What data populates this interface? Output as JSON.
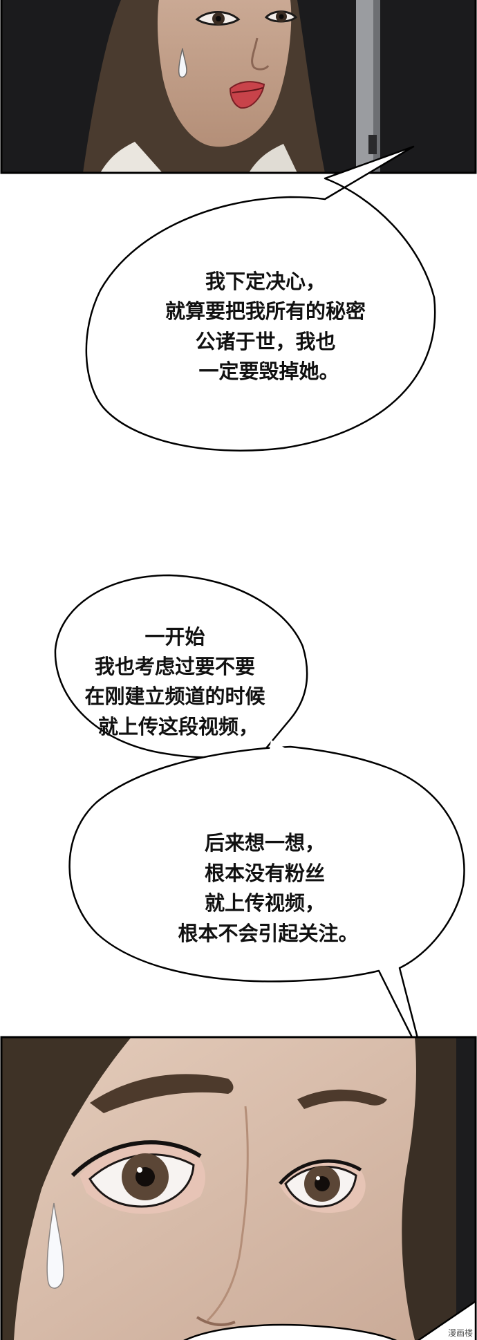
{
  "bubbles": [
    {
      "lines": [
        "我下定决心，",
        "就算要把我所有的秘密",
        "公诸于世，我也",
        "一定要毁掉她。"
      ]
    },
    {
      "lines": [
        "一开始",
        "我也考虑过要不要",
        "在刚建立频道的时候",
        "就上传这段视频，"
      ]
    },
    {
      "lines": [
        "后来想一想，",
        "根本没有粉丝",
        "就上传视频，",
        "根本不会引起关注。"
      ]
    }
  ],
  "watermark": "漫画楼"
}
